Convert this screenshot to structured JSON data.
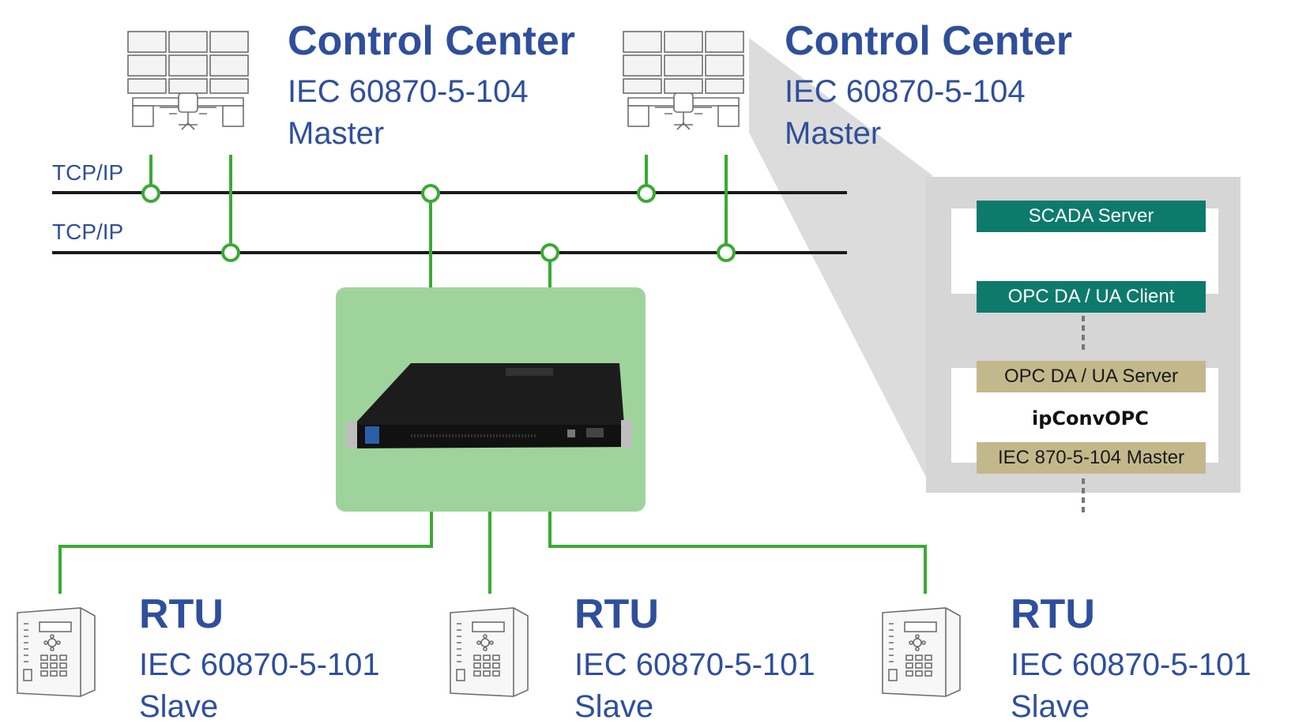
{
  "control_centers": [
    {
      "title": "Control Center",
      "protocol": "IEC 60870-5-104",
      "role": "Master"
    },
    {
      "title": "Control Center",
      "protocol": "IEC 60870-5-104",
      "role": "Master"
    }
  ],
  "networks": [
    {
      "label": "TCP/IP"
    },
    {
      "label": "TCP/IP"
    }
  ],
  "rtus": [
    {
      "title": "RTU",
      "protocol": "IEC 60870-5-101",
      "role": "Slave"
    },
    {
      "title": "RTU",
      "protocol": "IEC 60870-5-101",
      "role": "Slave"
    },
    {
      "title": "RTU",
      "protocol": "IEC 60870-5-101",
      "role": "Slave"
    }
  ],
  "detail_panel": {
    "scada_server": "SCADA Server",
    "opc_client": "OPC DA / UA Client",
    "opc_server": "OPC DA / UA Server",
    "product": "ipConvOPC",
    "iec_master": "IEC 870-5-104 Master"
  },
  "colors": {
    "title_blue": "#2f4f9b",
    "link_green": "#3aaa35",
    "device_bg": "#9ed49b",
    "teal": "#0e7a6c",
    "tan": "#c3b88b",
    "panel_gray": "#d9d9d9"
  },
  "icons": {
    "control_center": "control-room-desk-icon",
    "gateway": "rack-server-icon",
    "rtu": "protection-relay-icon"
  }
}
